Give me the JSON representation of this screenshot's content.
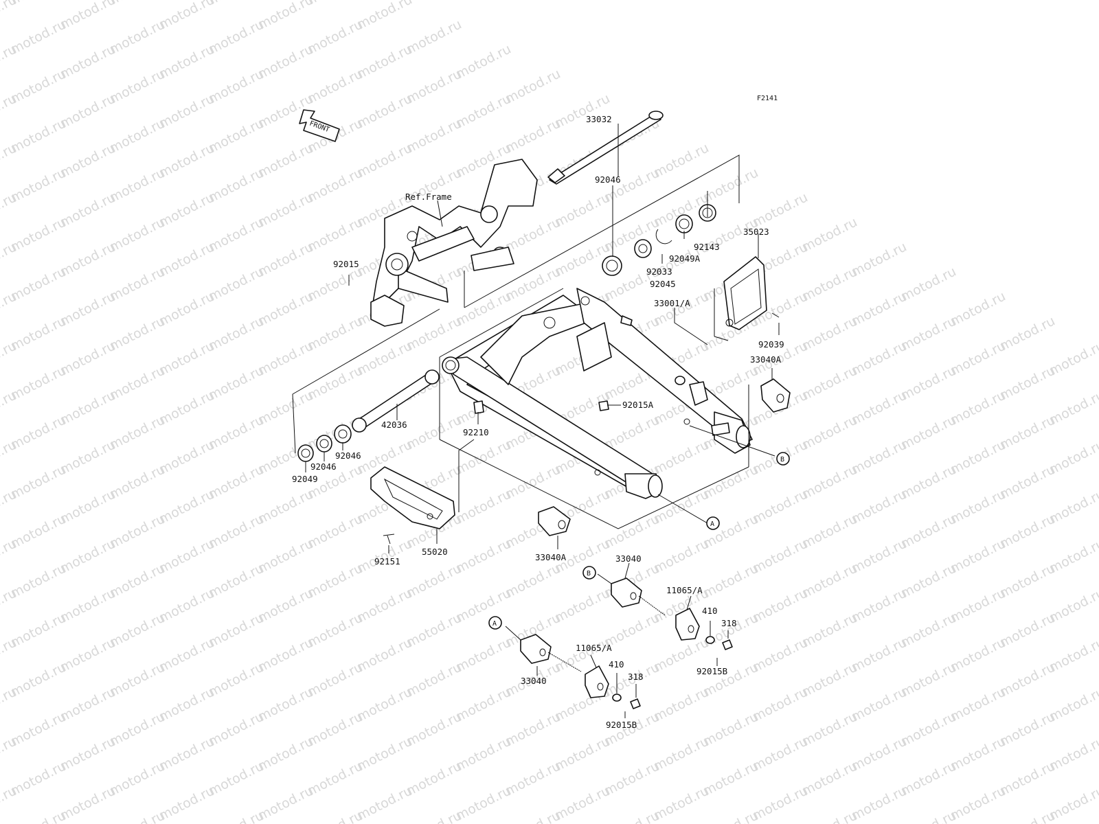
{
  "figure_code": "F2141",
  "watermark_text": "motod.ru",
  "front_arrow_label": "FRONT",
  "ref_frame_label": "Ref.Frame",
  "callouts": {
    "a_upper": "A",
    "b_upper": "B",
    "a_lower": "A",
    "b_lower": "B"
  },
  "labels": {
    "p33032": "33032",
    "p92015": "92015",
    "p92046_top": "92046",
    "p92045": "92045",
    "p92033": "92033",
    "p92049a": "92049A",
    "p92143": "92143",
    "p35023": "35023",
    "p33001a": "33001/A",
    "p92039": "92039",
    "p33040a_right": "33040A",
    "p92015a": "92015A",
    "p42036": "42036",
    "p92210": "92210",
    "p92046_a": "92046",
    "p92046_b": "92046",
    "p92049": "92049",
    "p55020": "55020",
    "p92151": "92151",
    "p33040a_bottom": "33040A",
    "p33040_upper": "33040",
    "p11065a_upper": "11065/A",
    "p410_upper": "410",
    "p318_upper": "318",
    "p92015b_upper": "92015B",
    "p33040_lower": "33040",
    "p11065a_lower": "11065/A",
    "p410_lower": "410",
    "p318_lower": "318",
    "p92015b_lower": "92015B"
  }
}
